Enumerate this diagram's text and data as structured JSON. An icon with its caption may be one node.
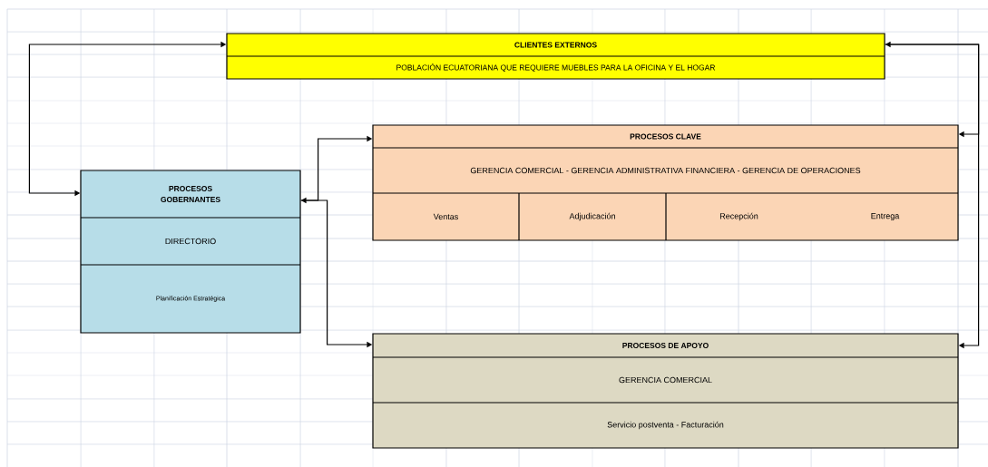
{
  "diagram": {
    "nodes": [
      {
        "text": [
          "CLIENTES EXTERNOS",
          "POBLACIÓN ECUATORIANA QUE REQUIERE MUEBLES PARA LA OFICINA Y EL HOGAR"
        ]
      },
      {
        "text": [
          "PROCESOS CLAVE",
          "GERENCIA COMERCIAL - GERENCIA ADMINISTRATIVA FINANCIERA - GERENCIA DE OPERACIONES"
        ]
      },
      {
        "text": [
          "Ventas"
        ],
        "in": 1
      },
      {
        "text": [
          "Adjudicación"
        ],
        "in": 1
      },
      {
        "text": [
          "Recepción"
        ],
        "in": 1
      },
      {
        "text": [
          "Entrega"
        ],
        "in": 1
      },
      {
        "text": [
          "PROCESOS GOBERNANTES",
          "DIRECTORIO",
          "Planificación Estratégica"
        ]
      },
      {
        "text": [
          "PROCESOS DE APOYO",
          "GERENCIA COMERCIAL",
          "Servicio postventa - Facturación"
        ]
      }
    ],
    "edges": [
      {
        "from": 6,
        "to": 0,
        "arrow": "both"
      },
      {
        "from": 6,
        "to": 1,
        "arrow": "both"
      },
      {
        "from": 6,
        "to": 7,
        "arrow": "to"
      },
      {
        "from": 1,
        "to": 0,
        "arrow": "both"
      },
      {
        "from": 0,
        "to": 7,
        "arrow": "to"
      }
    ]
  }
}
